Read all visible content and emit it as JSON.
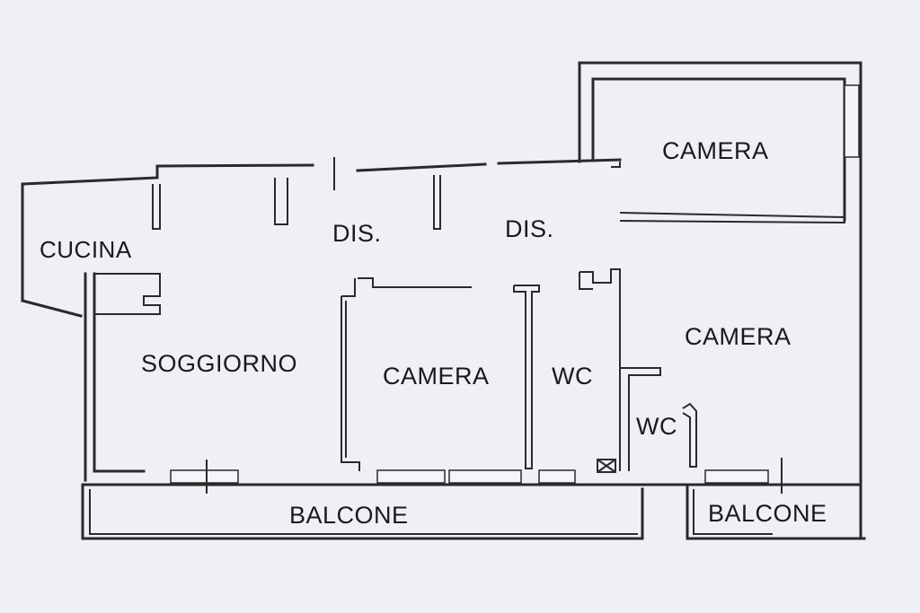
{
  "rooms": {
    "cucina": "CUCINA",
    "soggiorno": "SOGGIORNO",
    "dis_1": "DIS.",
    "dis_2": "DIS.",
    "camera_top": "CAMERA",
    "camera_center": "CAMERA",
    "camera_right": "CAMERA",
    "wc_center": "WC",
    "wc_small": "WC",
    "balcone_main": "BALCONE",
    "balcone_right": "BALCONE"
  }
}
